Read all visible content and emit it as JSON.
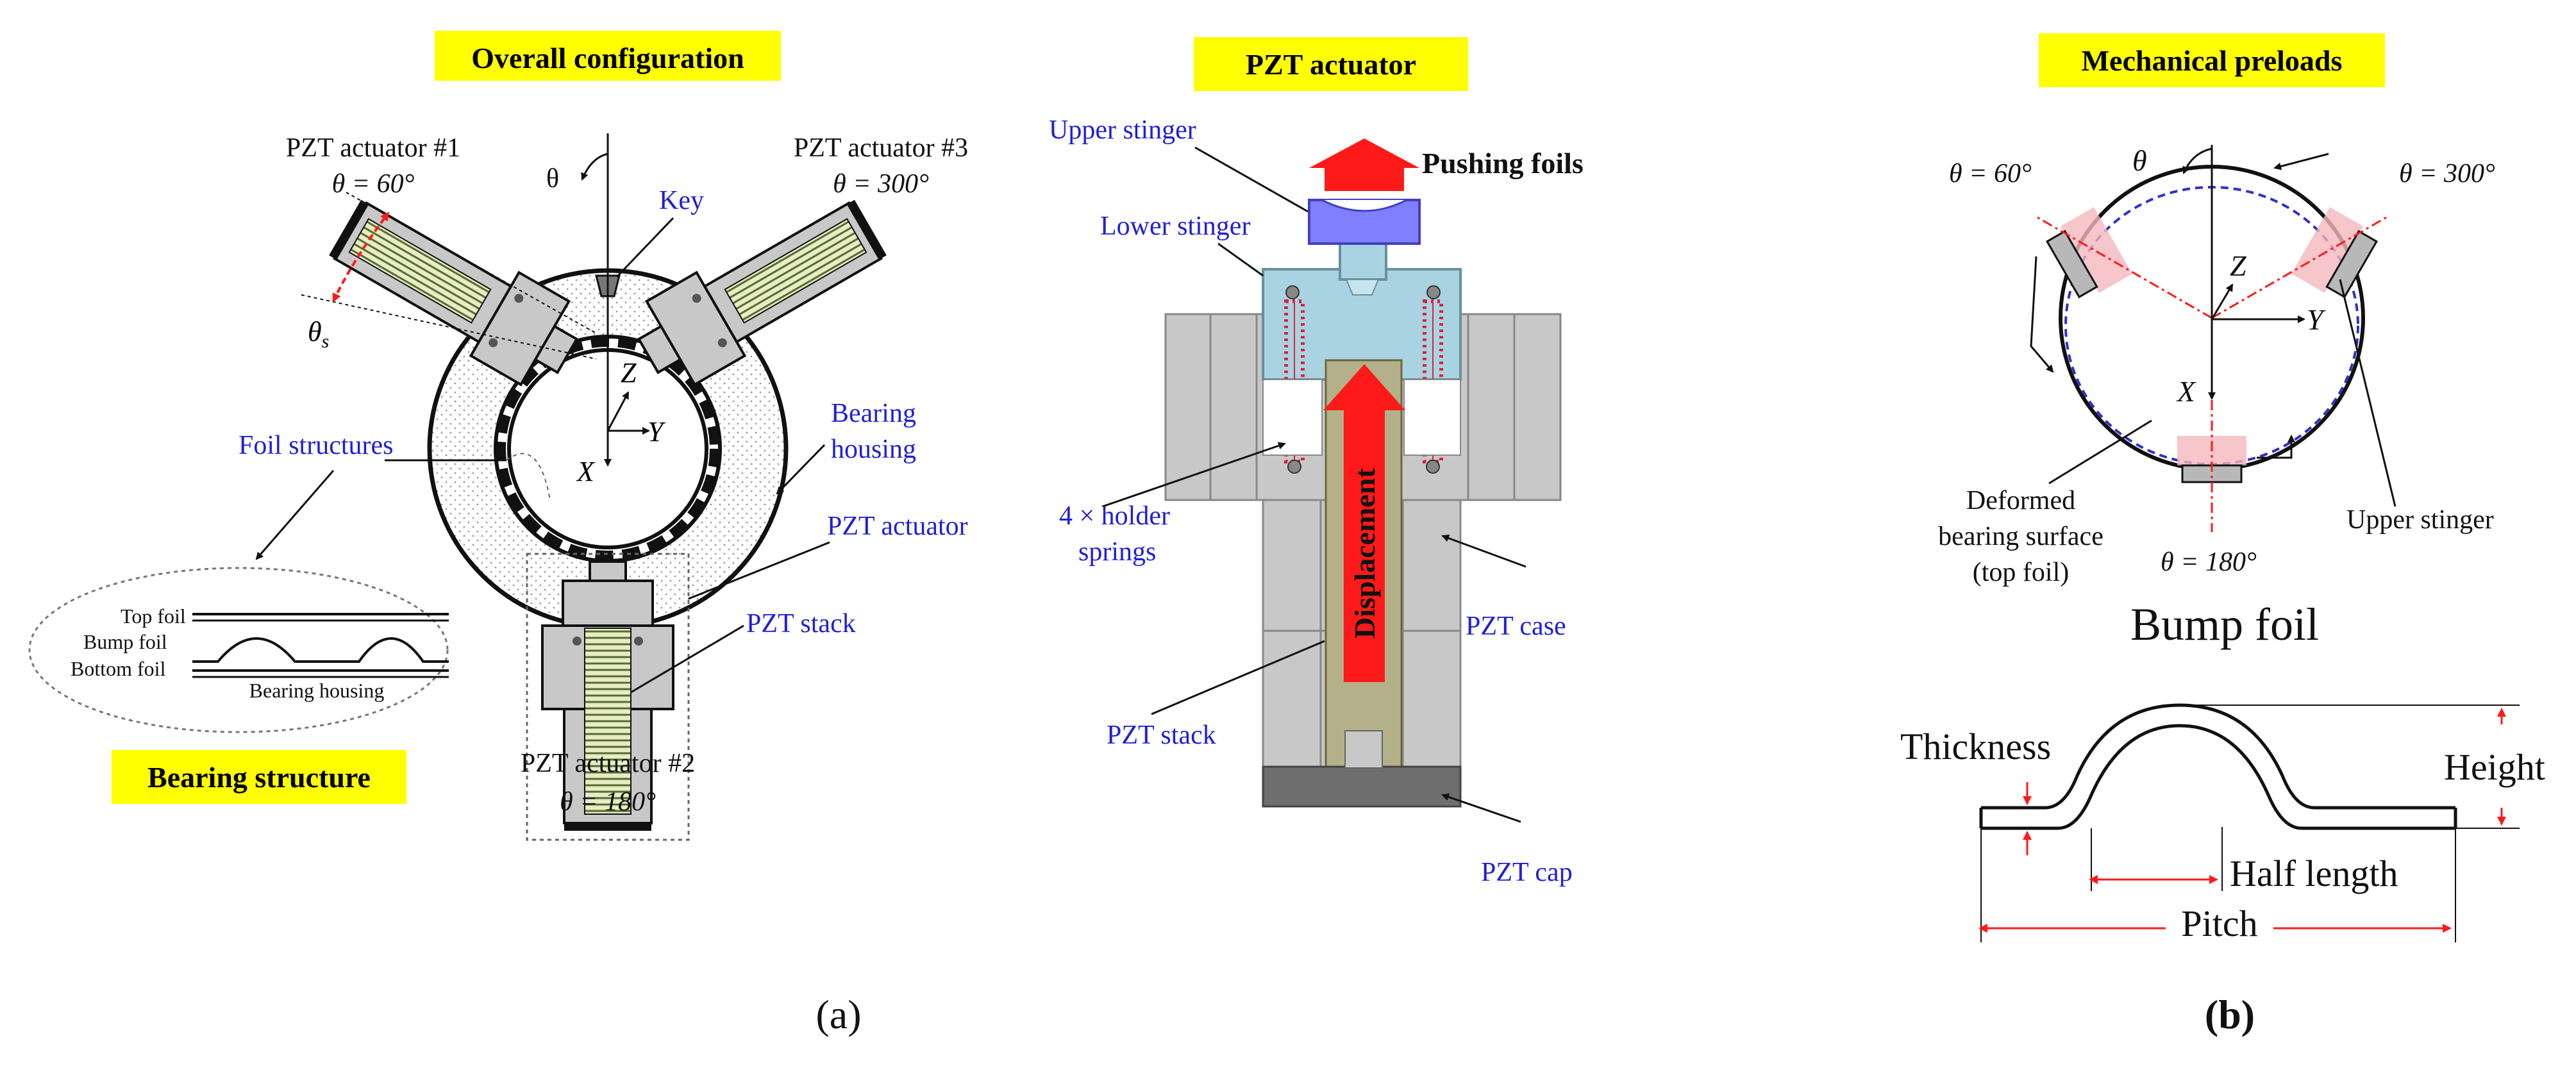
{
  "colors": {
    "highlight": "#ffff00",
    "blue_label": "#1f1fd6",
    "red_arrow": "#ff1a1a",
    "stinger_blue": "#7f7fff",
    "stinger_light": "#a9d3e0",
    "case_gray": "#c8c8c8",
    "cap_gray": "#6e6e6e",
    "spring_red": "#e0203a",
    "stack_olive": "#b3b08a",
    "pink": "#f4b8bd"
  },
  "panel_a": {
    "overall": {
      "header": "Overall configuration",
      "actuator1_name": "PZT actuator #1",
      "actuator1_angle": "θ = 60°",
      "actuator2_name": "PZT actuator #2",
      "actuator2_angle": "θ = 180°",
      "actuator3_name": "PZT actuator #3",
      "actuator3_angle": "θ = 300°",
      "theta": "θ",
      "theta_s": "θs",
      "key": "Key",
      "axis_z": "Z",
      "axis_x": "X",
      "axis_y": "Y",
      "bearing_housing_1": "Bearing",
      "bearing_housing_2": "housing",
      "foil_structures": "Foil structures",
      "pzt_actuator": "PZT actuator",
      "pzt_stack": "PZT stack",
      "top_foil": "Top foil",
      "bump_foil": "Bump foil",
      "bottom_foil": "Bottom foil",
      "bearing_housing_inner": "Bearing housing",
      "bearing_structure": "Bearing structure"
    },
    "actuator": {
      "header": "PZT actuator",
      "upper_stinger": "Upper stinger",
      "pushing_foils": "Pushing foils",
      "lower_stinger": "Lower stinger",
      "holder_springs_1": "4 × holder",
      "holder_springs_2": "springs",
      "displacement": "Displacement",
      "pzt_case": "PZT case",
      "pzt_stack": "PZT stack",
      "pzt_cap": "PZT cap"
    },
    "label": "(a)"
  },
  "panel_b": {
    "preloads": {
      "header": "Mechanical preloads",
      "theta": "θ",
      "angle_60": "θ = 60°",
      "angle_300": "θ = 300°",
      "angle_180": "θ = 180°",
      "axis_z": "Z",
      "axis_y": "Y",
      "axis_x": "X",
      "deformed_1": "Deformed",
      "deformed_2": "bearing surface",
      "deformed_3": "(top foil)",
      "upper_stinger": "Upper stinger"
    },
    "bump": {
      "title": "Bump foil",
      "thickness": "Thickness",
      "height": "Height",
      "half_length": "Half length",
      "pitch": "Pitch"
    },
    "label": "(b)"
  }
}
